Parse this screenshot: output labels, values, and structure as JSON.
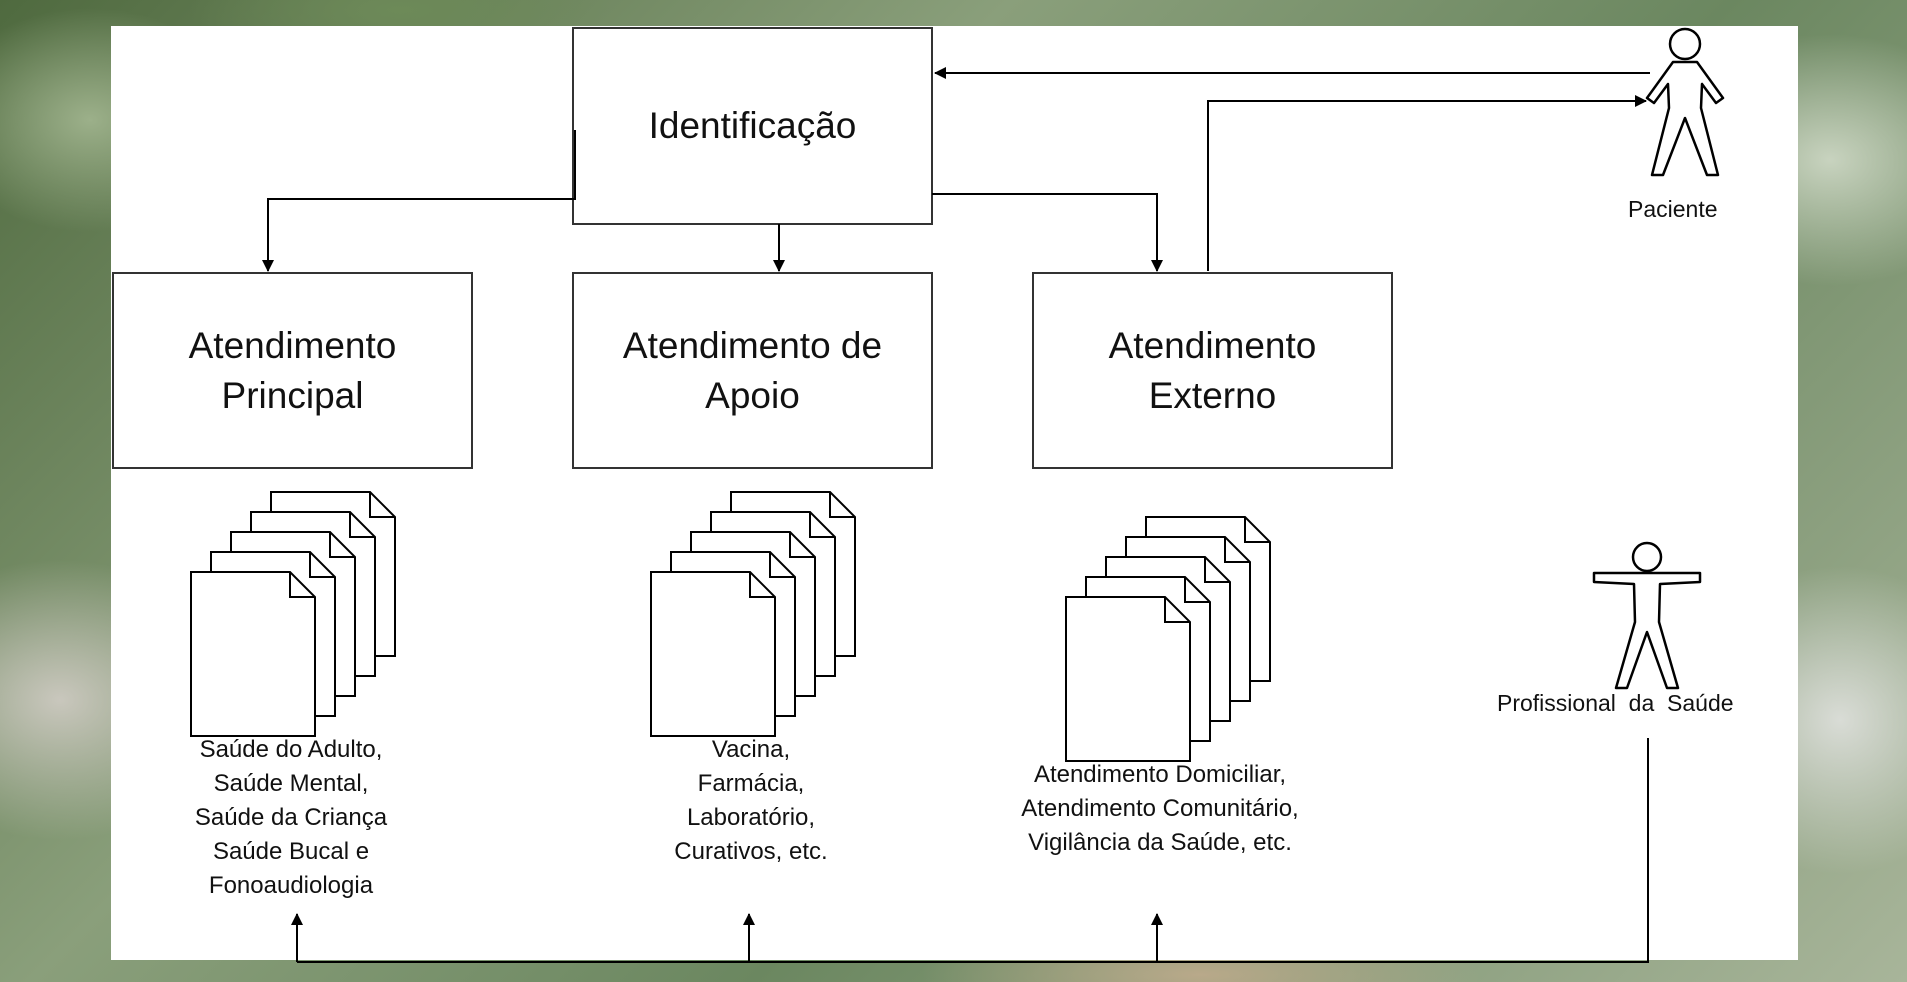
{
  "diagram": {
    "identificacao": "Identificação",
    "boxes": [
      {
        "label": "Atendimento\nPrincipal"
      },
      {
        "label": "Atendimento de\nApoio"
      },
      {
        "label": "Atendimento\nExterno"
      }
    ],
    "captions": [
      "Saúde do Adulto,\nSaúde Mental,\nSaúde da Criança\nSaúde Bucal e\nFonoaudiologia",
      "Vacina,\nFarmácia,\nLaboratório,\nCurativos, etc.",
      "Atendimento Domiciliar,\nAtendimento Comunitário,\nVigilância da Saúde, etc."
    ],
    "actors": {
      "paciente": "Paciente",
      "profissional": "Profissional  da  Saúde"
    }
  }
}
